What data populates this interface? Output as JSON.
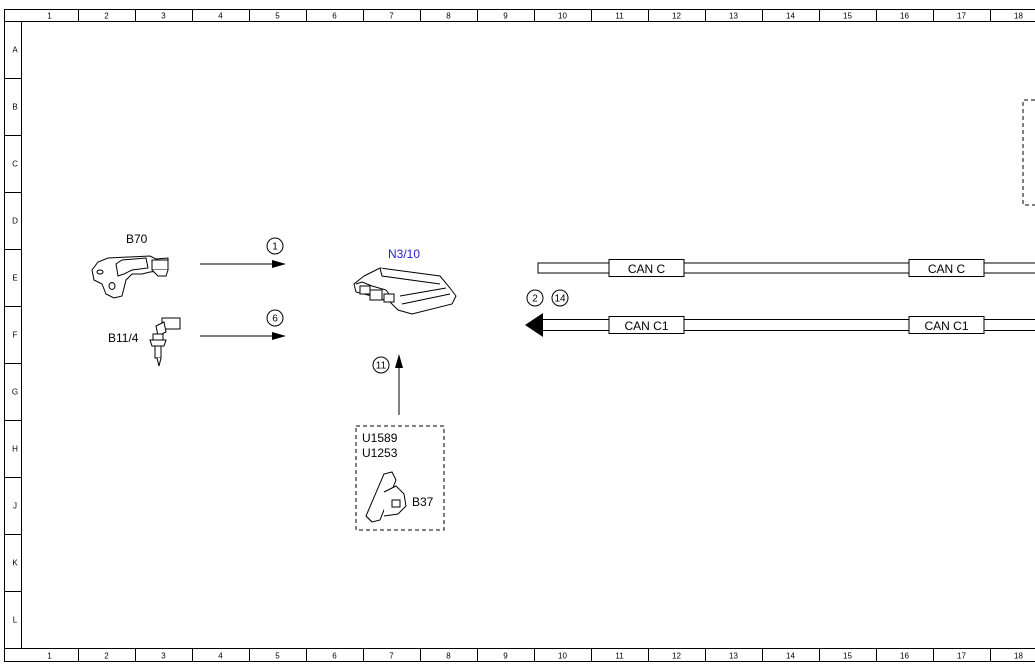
{
  "grid": {
    "columns": [
      "1",
      "2",
      "3",
      "4",
      "5",
      "6",
      "7",
      "8",
      "9",
      "10",
      "11",
      "12",
      "13",
      "14",
      "15",
      "16",
      "17",
      "18"
    ],
    "rows": [
      "A",
      "B",
      "C",
      "D",
      "E",
      "F",
      "G",
      "H",
      "J",
      "K",
      "L"
    ]
  },
  "components": {
    "b70": {
      "label": "B70"
    },
    "b11_4": {
      "label": "B11/4"
    },
    "n3_10": {
      "label": "N3/10",
      "color": "#1f1fd0"
    },
    "b37": {
      "label": "B37"
    },
    "fault_codes": [
      "U1589",
      "U1253"
    ]
  },
  "callouts": {
    "c1": "1",
    "c6": "6",
    "c11": "11",
    "c2": "2",
    "c14": "14"
  },
  "buses": {
    "can_c": {
      "label_left": "CAN C",
      "label_right": "CAN C"
    },
    "can_c1": {
      "label_left": "CAN C1",
      "label_right": "CAN C1"
    }
  }
}
